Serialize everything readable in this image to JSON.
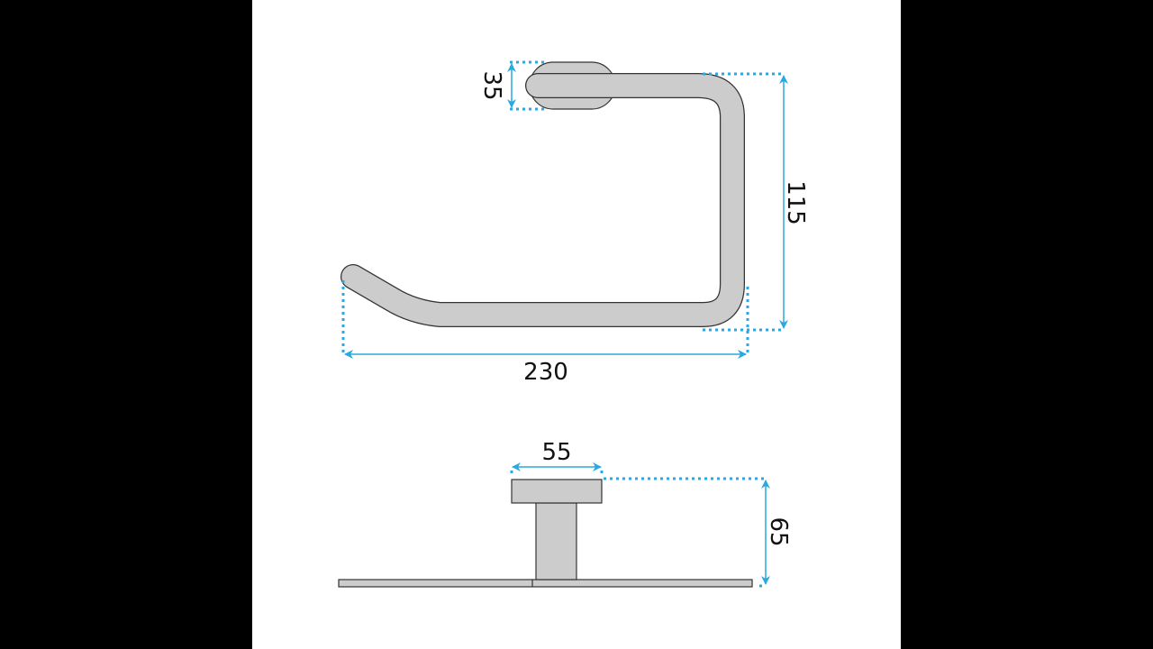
{
  "drawing": {
    "title": "Towel ring dimensions",
    "dimensions": {
      "mount_height": "35",
      "ring_height": "115",
      "ring_width": "230",
      "flange_width": "55",
      "depth": "65"
    },
    "colors": {
      "dimension": "#29a9e0",
      "part_fill": "#cccccc",
      "outline": "#333333",
      "background": "#ffffff",
      "letterbox": "#000000"
    }
  }
}
